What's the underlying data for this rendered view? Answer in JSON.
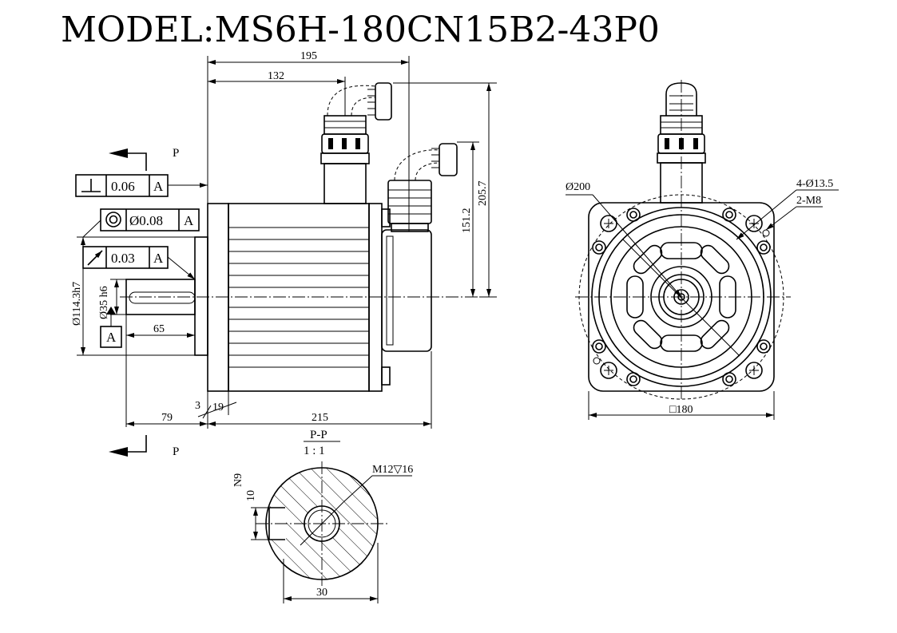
{
  "title": "MODEL:MS6H-180CN15B2-43P0",
  "dimensions": {
    "overall_length": "195",
    "connector_offset": "132",
    "height_total": "205.7",
    "height_connector": "151.2",
    "pilot_diameter": "Ø114.3h7",
    "shaft_diameter": "Ø35 h6",
    "shaft_length": "65",
    "shaft_extension": "79",
    "flange_step": "3",
    "flange_thickness": "19",
    "body_length": "215",
    "pcd": "Ø200",
    "mount_holes": "4-Ø13.5",
    "tapped_holes": "2-M8",
    "flange_square": "□180",
    "key_width": "N9",
    "key_depth": "10",
    "tap_thread": "M12▽16",
    "shaft_section_dia": "30"
  },
  "tolerances": {
    "perpendicularity": {
      "symbol": "⊥",
      "value": "0.06",
      "datum": "A"
    },
    "concentricity": {
      "symbol": "◎",
      "value": "Ø0.08",
      "datum": "A"
    },
    "runout": {
      "symbol": "↗",
      "value": "0.03",
      "datum": "A"
    },
    "datum_label": "A"
  },
  "section": {
    "label": "P",
    "view_title": "P-P",
    "scale": "1 : 1"
  }
}
